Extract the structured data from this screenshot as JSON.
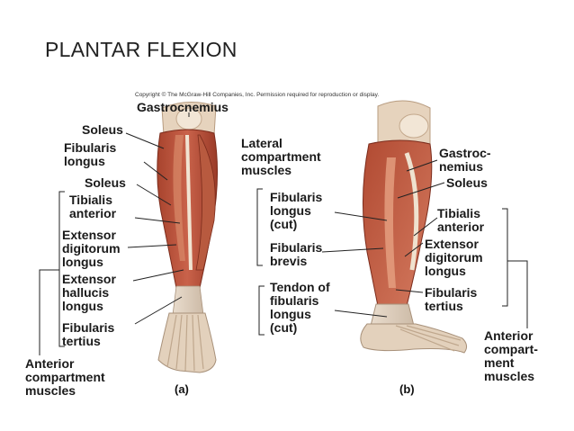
{
  "slide": {
    "title": "PLANTAR FLEXION"
  },
  "figure": {
    "copyright": "Copyright © The McGraw-Hill Companies, Inc. Permission required for reproduction or display.",
    "panel_a": {
      "label": "(a)",
      "labels": {
        "gastrocnemius": "Gastrocnemius",
        "soleus_top": "Soleus",
        "fibularis_longus": "Fibularis\nlongus",
        "soleus": "Soleus",
        "tibialis_anterior": "Tibialis\nanterior",
        "extensor_digitorum_longus": "Extensor\ndigitorum\nlongus",
        "extensor_hallucis_longus": "Extensor\nhallucis\nlongus",
        "fibularis_tertius": "Fibularis\ntertius",
        "group": "Anterior\ncompartment\nmuscles"
      }
    },
    "panel_b": {
      "label": "(b)",
      "labels": {
        "lateral_group": "Lateral\ncompartment\nmuscles",
        "fibularis_longus_cut": "Fibularis\nlongus\n(cut)",
        "fibularis_brevis": "Fibularis\nbrevis",
        "tendon": "Tendon of\nfibularis\nlongus\n(cut)",
        "gastrocnemius": "Gastroc-\nnemius",
        "soleus": "Soleus",
        "tibialis_anterior": "Tibialis\nanterior",
        "extensor_digitorum_longus": "Extensor\ndigitorum\nlongus",
        "fibularis_tertius": "Fibularis\ntertius",
        "anterior_group": "Anterior\ncompart-\nment\nmuscles"
      }
    }
  }
}
